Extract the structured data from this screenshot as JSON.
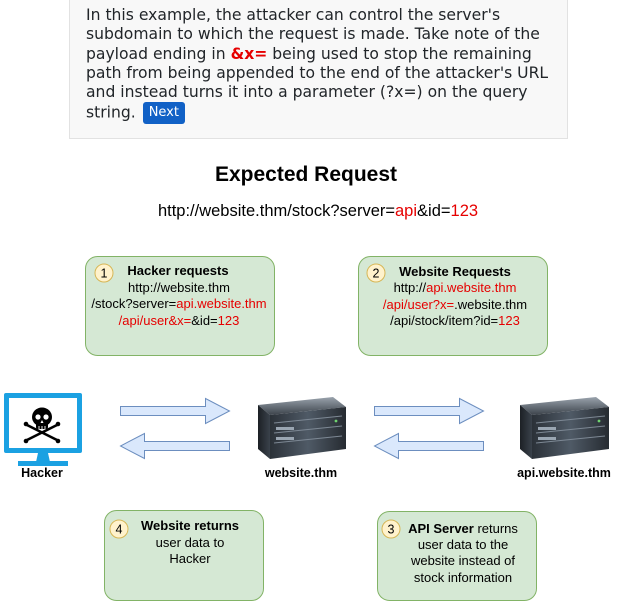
{
  "intro": {
    "text_before": "In this example, the attacker can control the server's subdomain to which the request is made. Take note of the payload ending in ",
    "highlight": "&x=",
    "text_after": " being used to stop the remaining path from being appended to the end of the attacker's URL and instead turns it into a parameter (?x=) on the query string. ",
    "next_label": "Next"
  },
  "diagram": {
    "title": "Expected Request",
    "expected_url": {
      "part1": "http://website.thm/stock?server=",
      "part2": "api",
      "part3": "&id=",
      "part4": "123"
    },
    "steps": [
      {
        "num": "1",
        "title": "Hacker requests",
        "line1": "http://website.thm",
        "line2a": "/stock?server=",
        "line2b": "api.website.thm",
        "line3a": "/api/user&x=",
        "line3b": "&id=",
        "line3c": "123"
      },
      {
        "num": "2",
        "title": "Website Requests",
        "line1a": "http://",
        "line1b": "api.website.thm",
        "line2a": "/api/user?x=",
        "line2b": ".website.thm",
        "line3a": "/api/stock/item?id=",
        "line3b": "123"
      },
      {
        "num": "3",
        "title": "API Server",
        "title_rest": " returns",
        "line1": "user data to the",
        "line2": "website instead of",
        "line3": "stock information"
      },
      {
        "num": "4",
        "title": "Website returns",
        "line1": "user data to",
        "line2": "Hacker"
      }
    ],
    "nodes": {
      "hacker": "Hacker",
      "website": "website.thm",
      "api": "api.website.thm"
    },
    "colors": {
      "red": "#e60000",
      "box_fill": "#d5e8d4",
      "box_stroke": "#82b366",
      "badge_fill": "#fff2cc",
      "badge_stroke": "#d6b656",
      "arrow_fill": "#dae8fc",
      "arrow_stroke": "#6c8ebf",
      "monitor": "#1ba1e2"
    },
    "icons": [
      "skull-monitor-icon",
      "server-icon",
      "server-icon"
    ]
  }
}
